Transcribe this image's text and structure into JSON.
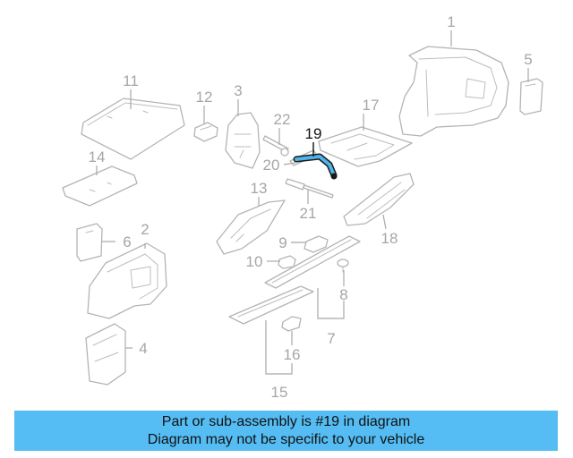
{
  "callouts": {
    "c1": "1",
    "c2": "2",
    "c3": "3",
    "c4": "4",
    "c5": "5",
    "c6": "6",
    "c7": "7",
    "c8": "8",
    "c9": "9",
    "c10": "10",
    "c11": "11",
    "c12": "12",
    "c13": "13",
    "c14": "14",
    "c15": "15",
    "c16": "16",
    "c17": "17",
    "c18": "18",
    "c19": "19",
    "c20": "20",
    "c21": "21",
    "c22": "22"
  },
  "highlighted_part": "19",
  "colors": {
    "banner_background": "#55bdf3",
    "highlight_part": "#4fb3ec",
    "line_art": "#b4b4b4",
    "callout_text": "#a6a6a6"
  },
  "banner": {
    "line1": "Part or sub-assembly is #19 in diagram",
    "line2": "Diagram may not be specific to your vehicle"
  }
}
